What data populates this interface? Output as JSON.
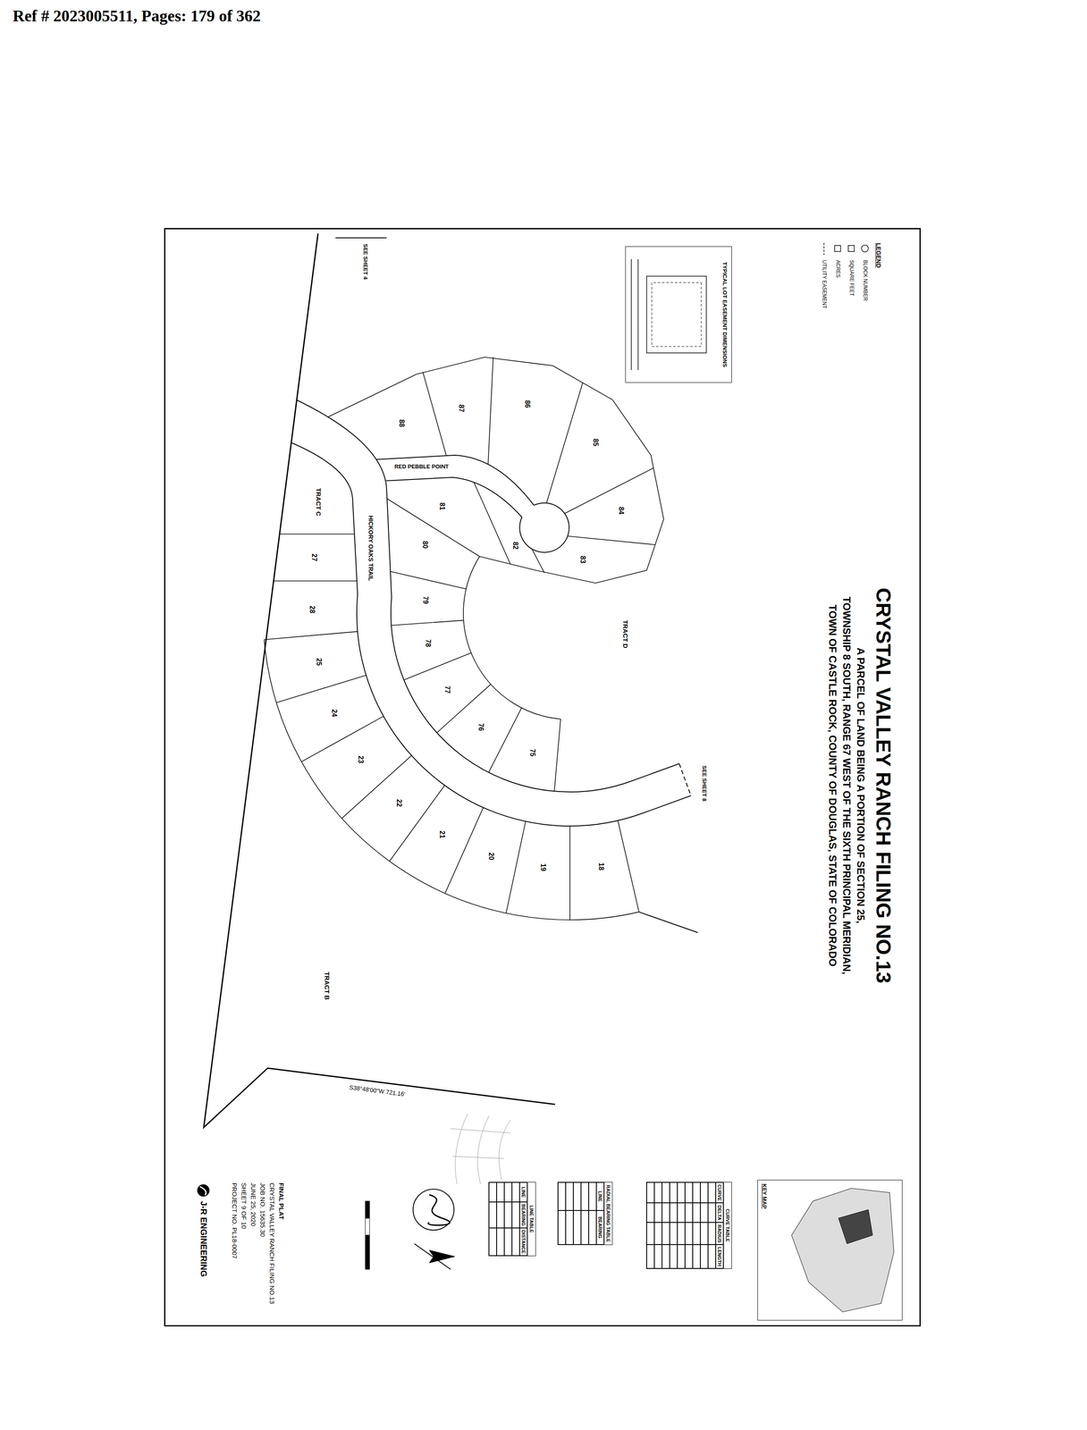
{
  "diagram": {
    "title": "CRYSTAL VALLEY RANCH FILING NO.13",
    "nodes": [
      {
        "text": [
          "KEY MAP"
        ]
      },
      {
        "text": [
          "CURVE TABLE"
        ]
      },
      {
        "text": [
          "RADIAL BEARING TABLE"
        ]
      },
      {
        "text": [
          "LINE TABLE"
        ]
      },
      {
        "text": [
          "TYPICAL LOT EASEMENT DIMENSIONS"
        ]
      }
    ],
    "labels": [
      "Ref # 2023005511, Pages: 179 of 362",
      "A PARCEL OF LAND BEING A PORTION OF SECTION 25,",
      "TOWNSHIP 8 SOUTH, RANGE 67 WEST OF THE SIXTH PRINCIPAL MERIDIAN,",
      "TOWN OF CASTLE ROCK, COUNTY OF DOUGLAS, STATE OF COLORADO",
      "RED PEBBLE POINT",
      "HICKORY OAKS TRAIL",
      "TRACT C",
      "TRACT D",
      "TRACT B",
      "SEE SHEET 4",
      "SEE SHEET 8",
      "S38°48'00\"W 721.16'",
      "18",
      "19",
      "20",
      "21",
      "22",
      "23",
      "24",
      "25",
      "27",
      "28",
      "75",
      "76",
      "77",
      "78",
      "79",
      "80",
      "81",
      "82",
      "83",
      "84",
      "85",
      "86",
      "87",
      "88",
      "CURVE",
      "DELTA",
      "RADIUS",
      "LENGTH",
      "LINE",
      "BEARING",
      "LINE",
      "BEARING",
      "DISTANCE",
      "LEGEND",
      "FINAL PLAT",
      "CRYSTAL VALLEY RANCH FILING NO.13",
      "JOB NO. 15635.30",
      "JUNE 25, 2020",
      "SHEET 9 OF 10",
      "PROJECT NO. PL18-0007",
      "J-R ENGINEERING"
    ],
    "legend": [
      {
        "text": "BLOCK NUMBER"
      },
      {
        "text": "SQUARE FEET"
      },
      {
        "text": "ACRES"
      },
      {
        "text": "UTILITY EASEMENT"
      }
    ]
  }
}
